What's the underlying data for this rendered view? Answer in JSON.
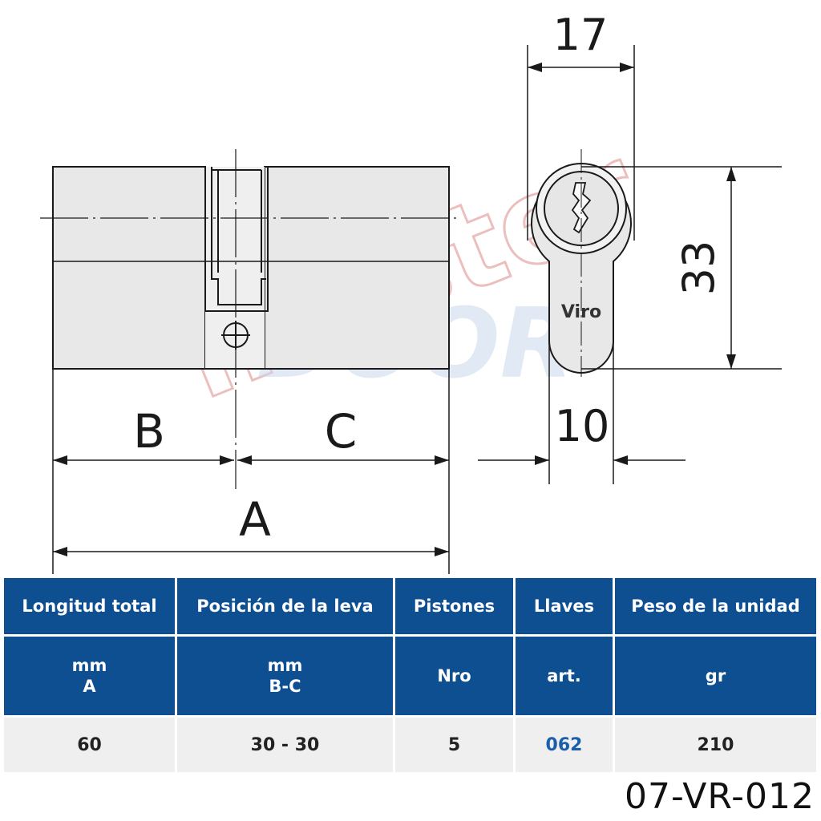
{
  "drawing": {
    "dimensions": {
      "a": "A",
      "b": "B",
      "c": "C",
      "width_top": "17",
      "height": "33",
      "width_bottom": "10"
    },
    "brand_mark": "Viro",
    "watermark": {
      "line1": "master",
      "line2": "DOOR"
    },
    "colors": {
      "line": "#1a1a1a",
      "body": "#e9e9e9",
      "watermark_red": "#c93a3a",
      "watermark_blue": "#3a6fb0"
    }
  },
  "table": {
    "headers": [
      "Longitud total",
      "Posición de la leva",
      "Pistones",
      "Llaves",
      "Peso de la unidad"
    ],
    "units": [
      {
        "line1": "mm",
        "line2": "A"
      },
      {
        "line1": "mm",
        "line2": "B-C"
      },
      {
        "line1": "Nro",
        "line2": ""
      },
      {
        "line1": "art.",
        "line2": ""
      },
      {
        "line1": "gr",
        "line2": ""
      }
    ],
    "values": [
      "60",
      "30 - 30",
      "5",
      "062",
      "210"
    ],
    "colors": {
      "header_bg": "#0e4f92",
      "row_bg": "#efefef",
      "link": "#1a5fa8"
    }
  },
  "product_code": "07-VR-012"
}
